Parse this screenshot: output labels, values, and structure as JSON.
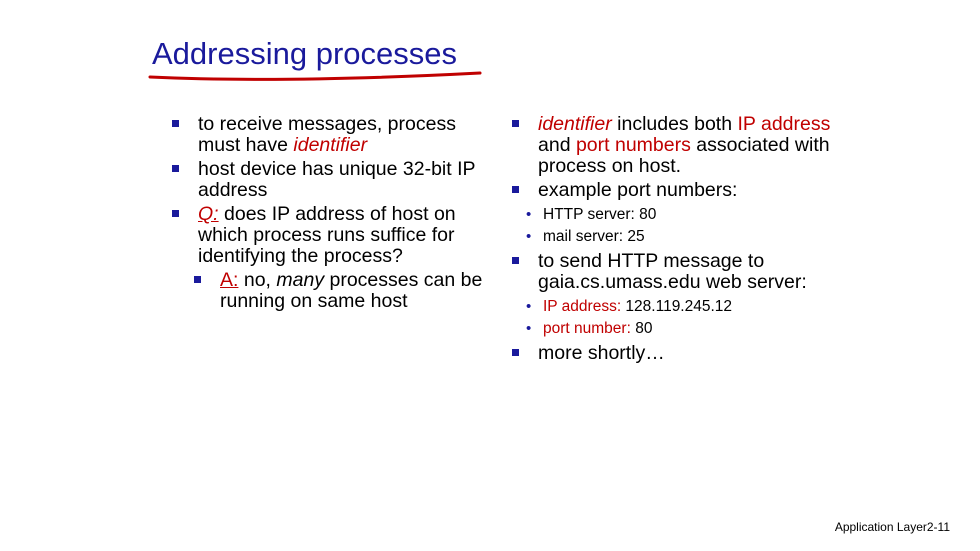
{
  "title": "Addressing processes",
  "left": {
    "b1": "to receive messages, process  must have ",
    "b1_em": "identifier",
    "b2": "host device has unique 32-bit IP address",
    "b3_q": "Q:",
    "b3": " does  IP address of host on which process runs suffice for identifying the process?",
    "b4_a": "A:",
    "b4_pre": " no, ",
    "b4_em": "many",
    "b4_post": " processes can be running on same host"
  },
  "right": {
    "b1_em": "identifier",
    "b1_mid": " includes both ",
    "b1_red1": "IP address",
    "b1_and": " and ",
    "b1_red2": "port numbers",
    "b1_post": " associated with process on host.",
    "b2": "example port numbers:",
    "b2_s1": "HTTP server: 80",
    "b2_s2": "mail server: 25",
    "b3": "to send HTTP message to gaia.cs.umass.edu web server:",
    "b3_s1_label": "IP address:",
    "b3_s1_val": " 128.119.245.12",
    "b3_s2_label": "port number:",
    "b3_s2_val": " 80",
    "b4": "more shortly…"
  },
  "footer": "Application Layer2-11",
  "colors": {
    "title": "#1a1a9c",
    "accent": "#c00000",
    "bullet": "#1a1a9c"
  }
}
